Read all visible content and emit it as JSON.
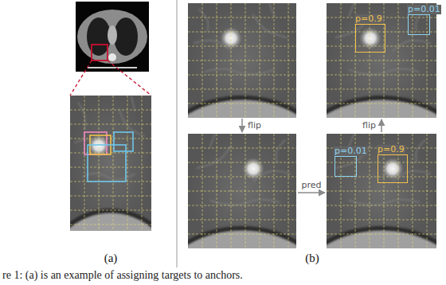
{
  "diagram": {
    "caption": "re 1: (a) is an example of assigning targets to anchors.",
    "nodes": [
      {
        "text": [
          "p=0.9"
        ]
      },
      {
        "text": [
          "p=0.01"
        ]
      },
      {
        "text": [
          "p=0.01"
        ]
      },
      {
        "text": [
          "p=0.9"
        ]
      }
    ],
    "labels": [
      "flip",
      "pred",
      "flip",
      "(a)",
      "(b)"
    ]
  }
}
